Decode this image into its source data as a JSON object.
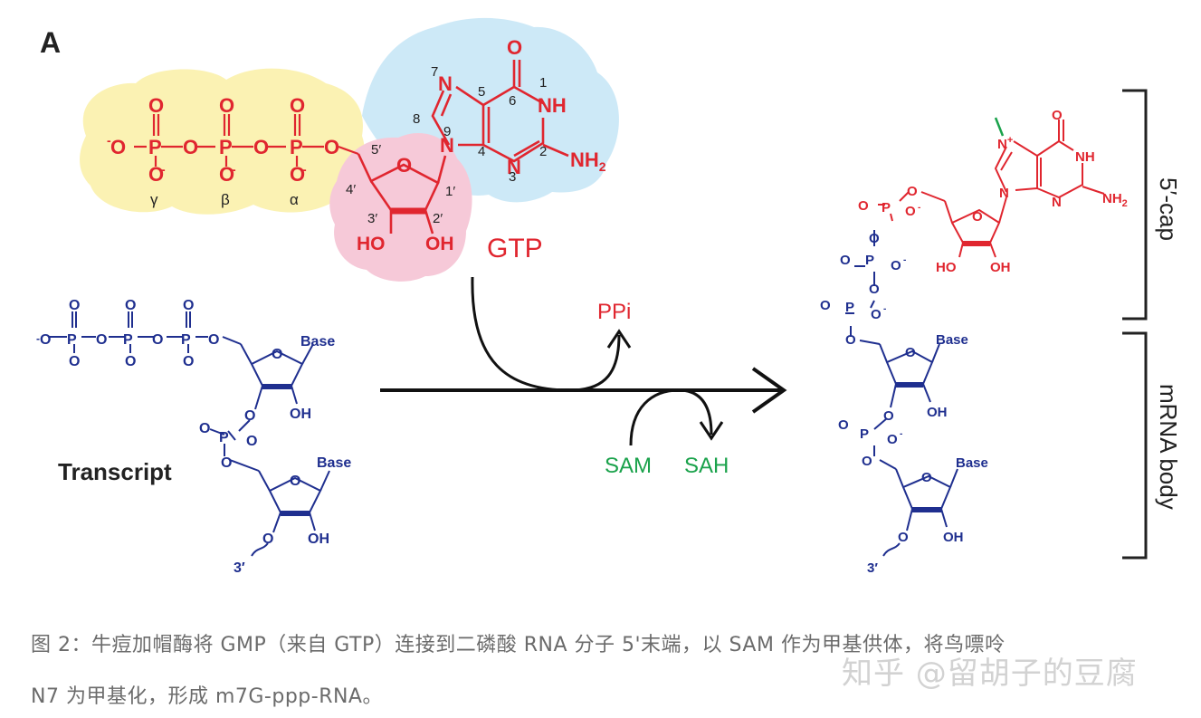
{
  "panel_label": "A",
  "gtp": {
    "label": "GTP",
    "phosphates": {
      "gamma": "γ",
      "beta": "β",
      "alpha": "α"
    },
    "atom_numbers": [
      "1",
      "2",
      "3",
      "4",
      "5",
      "6",
      "7",
      "8",
      "9"
    ],
    "sugar_numbers": [
      "1′",
      "2′",
      "3′",
      "4′",
      "5′"
    ],
    "groups": {
      "o": "O",
      "o_minus": "O",
      "p": "P",
      "nh": "NH",
      "n": "N",
      "nh2": "NH",
      "ho": "HO",
      "oh": "OH"
    }
  },
  "transcript": {
    "label": "Transcript",
    "base": "Base",
    "oh": "OH",
    "p": "P",
    "o": "O",
    "three_prime": "3′"
  },
  "reaction": {
    "ppi": "PPi",
    "sam": "SAM",
    "sah": "SAH"
  },
  "product": {
    "cap_label": "5′-cap",
    "body_label": "mRNA body",
    "base": "Base",
    "nh2": "NH",
    "nh": "NH",
    "ho": "HO",
    "oh": "OH",
    "n_plus": "N"
  },
  "colors": {
    "gtp": "#e0262f",
    "transcript": "#1f2f8f",
    "sam": "#1aa24b",
    "phosphate_bg": "#fbf2b3",
    "base_bg": "#cde9f7",
    "sugar_bg": "#f6c9d8"
  },
  "caption": {
    "line1": "图 2：牛痘加帽酶将 GMP（来自 GTP）连接到二磷酸 RNA 分子 5'末端，以 SAM 作为甲基供体，将鸟嘌呤",
    "line2": "N7 为甲基化，形成 m7G-ppp-RNA。"
  },
  "watermark": "知乎 @留胡子的豆腐"
}
